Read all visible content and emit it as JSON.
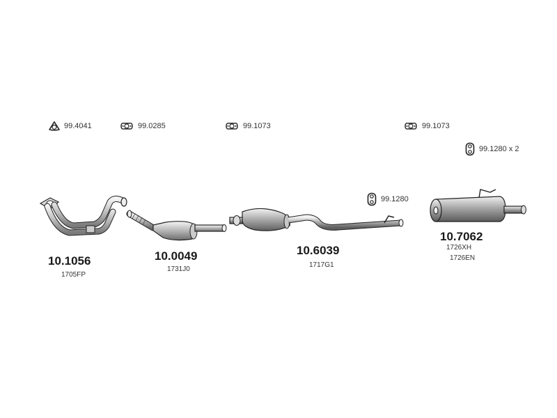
{
  "fittings": [
    {
      "id": "f1",
      "code": "99.4041",
      "icon": "triangle-gasket-icon"
    },
    {
      "id": "f2",
      "code": "99.0285",
      "icon": "oval-flange-gasket-icon"
    },
    {
      "id": "f3",
      "code": "99.1073",
      "icon": "oval-flange-gasket-icon"
    },
    {
      "id": "f4",
      "code": "99.1073",
      "icon": "oval-flange-gasket-icon"
    },
    {
      "id": "f5",
      "code": "99.1280 x 2",
      "icon": "rubber-mount-icon"
    },
    {
      "id": "f6",
      "code": "99.1280",
      "icon": "rubber-mount-icon"
    }
  ],
  "parts": [
    {
      "id": "p1",
      "code": "10.1056",
      "refs": [
        "1705FP"
      ],
      "icon": "front-pipe-icon"
    },
    {
      "id": "p2",
      "code": "10.0049",
      "refs": [
        "1731J0"
      ],
      "icon": "catalytic-converter-icon"
    },
    {
      "id": "p3",
      "code": "10.6039",
      "refs": [
        "1717G1"
      ],
      "icon": "middle-silencer-pipe-icon"
    },
    {
      "id": "p4",
      "code": "10.7062",
      "refs": [
        "1726XH",
        "1726EN"
      ],
      "icon": "rear-silencer-icon"
    }
  ]
}
